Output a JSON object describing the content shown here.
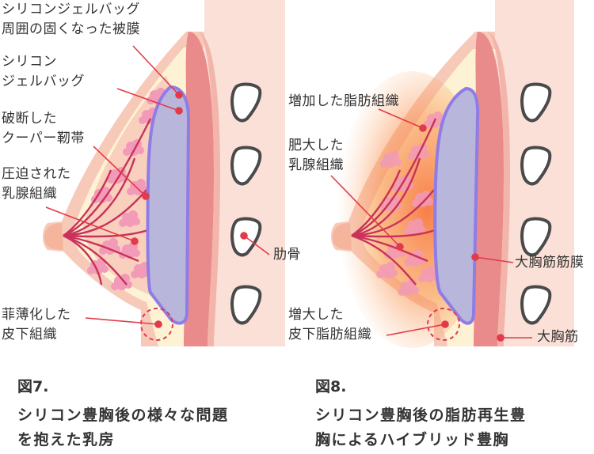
{
  "figure7": {
    "number": "図7.",
    "caption": "シリコン豊胸後の様々な問題\nを抱えた乳房",
    "labels": {
      "capsule": "シリコンジェルバッグ\n周囲の固くなった被膜",
      "implant": "シリコン\nジェルバッグ",
      "cooper": "破断した\nクーパー靭帯",
      "gland": "圧迫された\n乳腺組織",
      "subcut": "菲薄化した\n皮下組織"
    }
  },
  "figure8": {
    "number": "図8.",
    "caption": "シリコン豊胸後の脂肪再生豊\n胸によるハイブリッド豊胸",
    "labels": {
      "fat": "増加した脂肪組織",
      "gland": "肥大した\n乳腺組織",
      "subcut": "増大した\n皮下脂肪組織",
      "rib": "肋骨",
      "fascia": "大胸筋筋膜",
      "muscle": "大胸筋"
    }
  },
  "colors": {
    "skin": "#f7c9b9",
    "fat": "#fdf3d4",
    "muscle": "#e98a8b",
    "implant": "#b9b6dc",
    "implant_border": "#8f7de6",
    "gland": "#f29ab8",
    "duct": "#c8325a",
    "leader": "#e23a4a",
    "fat_glow": "#f9824a",
    "rib": "#4a4a4a"
  }
}
